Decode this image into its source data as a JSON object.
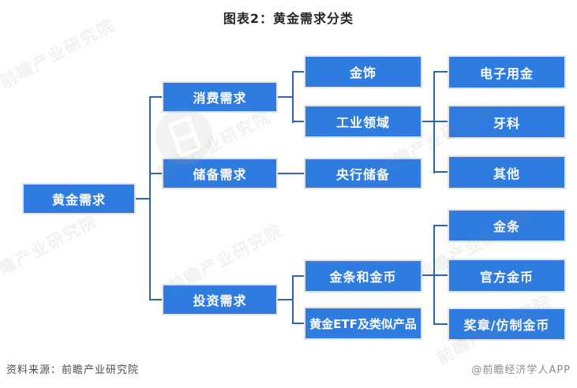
{
  "title": "图表2：黄金需求分类",
  "watermark": {
    "text": "前瞻产业研究院"
  },
  "footer": {
    "source": "资料来源：前瞻产业研究院",
    "credit": "@前瞻经济学人APP"
  },
  "colors": {
    "box_fill": "#2f7ce0",
    "box_border": "#e4e4e4",
    "box_text": "#ffffff",
    "line": "#2a66ab",
    "title_text": "#262626",
    "source_text": "#4d4d4d",
    "credit_text": "#8c8c8c"
  },
  "diagram": {
    "type": "tree",
    "root": {
      "label": "黄金需求",
      "children": [
        {
          "label": "消费需求",
          "children": [
            {
              "label": "金饰"
            },
            {
              "label": "工业领域",
              "children": [
                {
                  "label": "电子用金"
                },
                {
                  "label": "牙科"
                },
                {
                  "label": "其他"
                }
              ]
            }
          ]
        },
        {
          "label": "储备需求",
          "children": [
            {
              "label": "央行储备"
            }
          ]
        },
        {
          "label": "投资需求",
          "children": [
            {
              "label": "金条和金币",
              "children": [
                {
                  "label": "金条"
                },
                {
                  "label": "官方金币"
                },
                {
                  "label": "奖章/仿制金币"
                }
              ]
            },
            {
              "label": "黄金ETF及类似产品"
            }
          ]
        }
      ]
    }
  }
}
